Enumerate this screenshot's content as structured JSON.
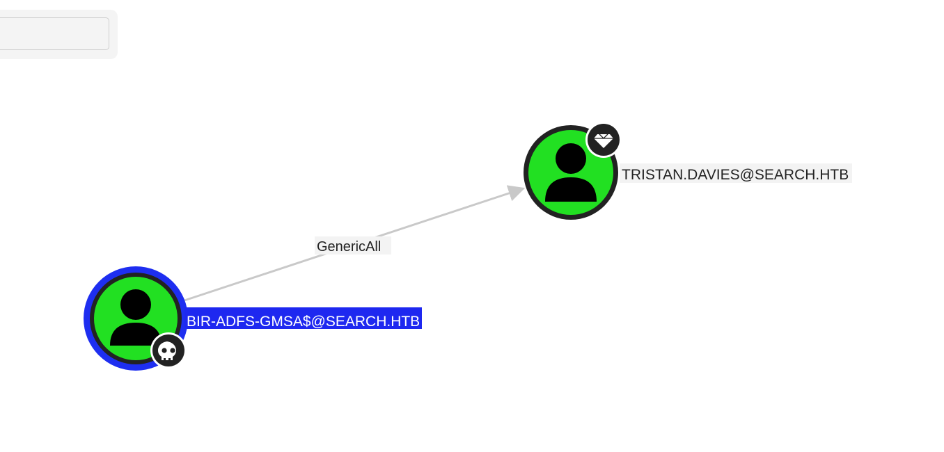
{
  "search": {
    "value": "",
    "placeholder": ""
  },
  "graph": {
    "edge": {
      "label": "GenericAll",
      "color": "#c9c9c9"
    },
    "nodes": {
      "source": {
        "label": "BIR-ADFS-GMSA$@SEARCH.HTB",
        "type_icon": "user-icon",
        "badge_icon": "skull-icon",
        "fill_color": "#22e022",
        "ring_color": "#1e2ef0",
        "label_bg": "#1e28f0",
        "label_color": "#ffffff",
        "selected": true
      },
      "target": {
        "label": "TRISTAN.DAVIES@SEARCH.HTB",
        "type_icon": "user-icon",
        "badge_icon": "diamond-icon",
        "fill_color": "#22e022",
        "ring_color": "#222222",
        "label_bg": "#f3f3f3",
        "label_color": "#222222",
        "selected": false
      }
    }
  }
}
